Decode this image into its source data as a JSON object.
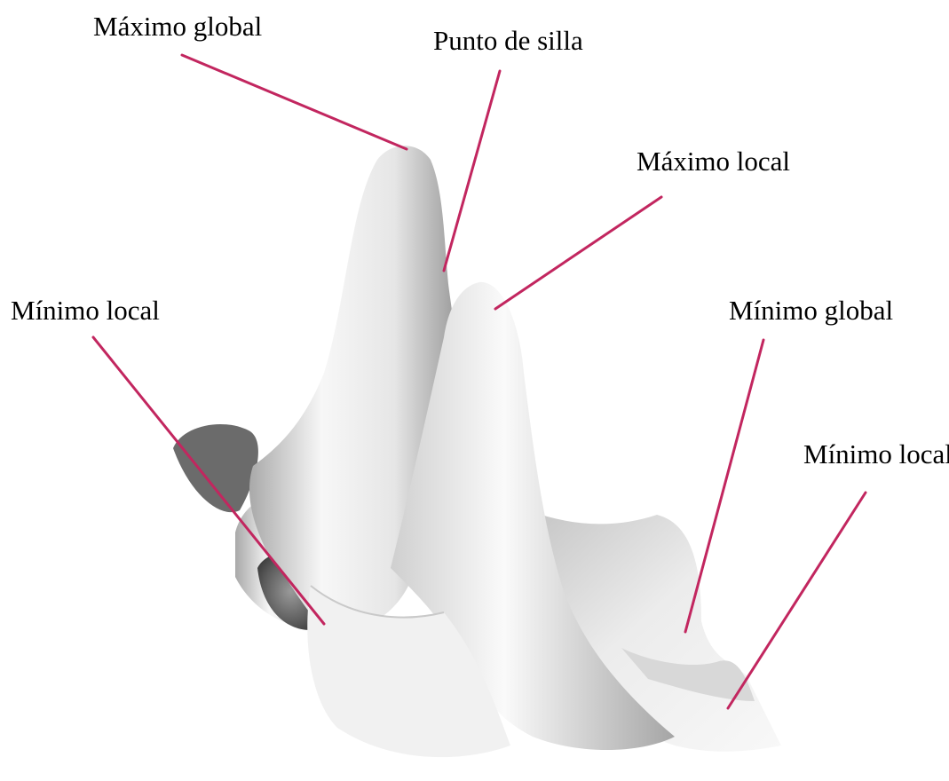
{
  "labels": {
    "max_global": "Máximo global",
    "saddle_point": "Punto de silla",
    "max_local": "Máximo local",
    "min_local_left": "Mínimo local",
    "min_global": "Mínimo global",
    "min_local_right": "Mínimo local"
  },
  "colors": {
    "leader_line": "#c2265f",
    "surface_light": "#f4f4f4",
    "surface_shadow": "#8e8e8e",
    "background": "#ffffff"
  }
}
